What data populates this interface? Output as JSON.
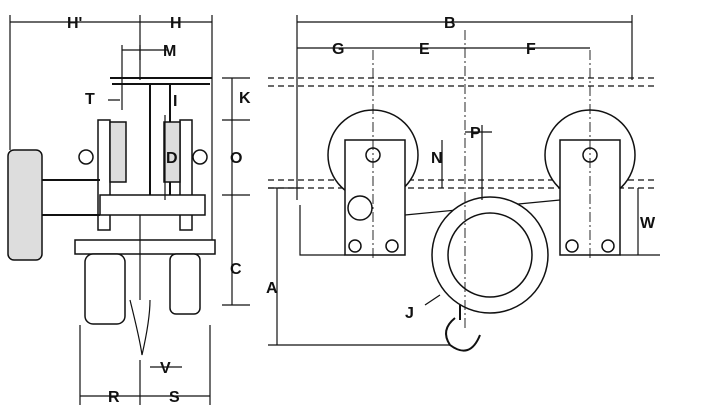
{
  "title": "Geared trolley hoist dimension drawing",
  "side_view_labels": {
    "h_prime": "H'",
    "h": "H",
    "m": "M",
    "t": "T",
    "i": "I",
    "k": "K",
    "d": "D",
    "o": "O",
    "c": "C",
    "r": "R",
    "v": "V",
    "s": "S"
  },
  "front_view_labels": {
    "b": "B",
    "g": "G",
    "e": "E",
    "f": "F",
    "p": "P",
    "n": "N",
    "w": "W",
    "a": "A",
    "j": "J"
  },
  "colors": {
    "line": "#111111",
    "background": "#ffffff",
    "shade": "#dddddd"
  }
}
